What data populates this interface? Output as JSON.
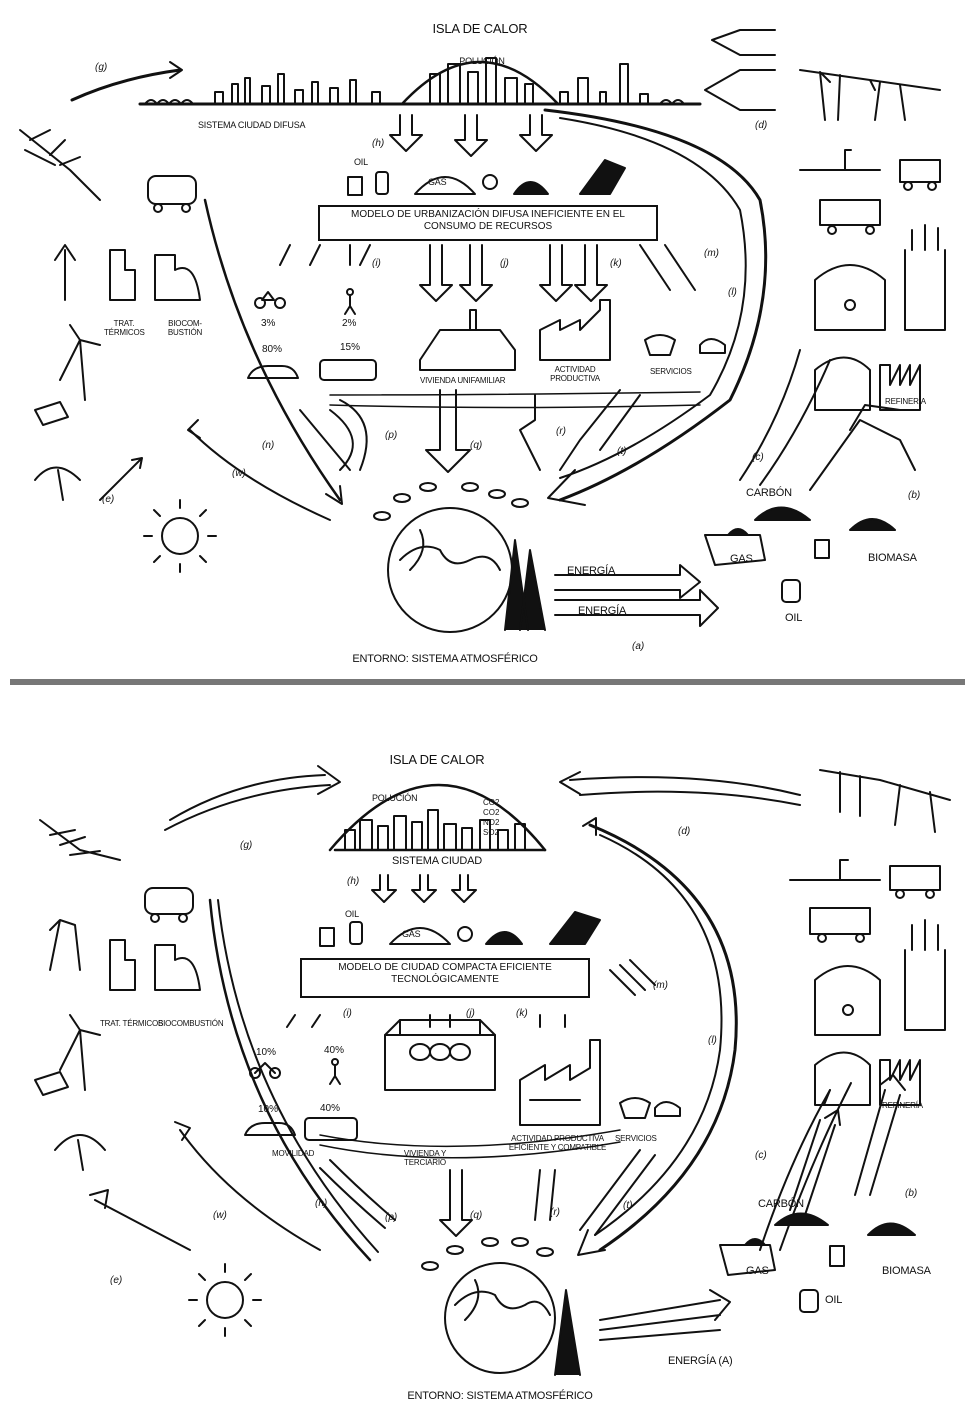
{
  "top": {
    "heat_island": "ISLA DE CALOR",
    "pollution": "POLUCIÓN",
    "city_system": "SISTEMA CIUDAD DIFUSA",
    "model_box": "MODELO DE URBANIZACIÓN DIFUSA INEFICIENTE EN EL CONSUMO DE RECURSOS",
    "oil": "OIL",
    "gas": "GAS",
    "termicos": "TRAT. TÉRMICOS",
    "biocombustion": "BIOCOM-BUSTIÓN",
    "pct_bike": "3%",
    "pct_walk": "2%",
    "pct_car": "80%",
    "pct_bus": "15%",
    "vivienda": "VIVIENDA UNIFAMILIAR",
    "actividad": "ACTIVIDAD PRODUCTIVA",
    "servicios": "SERVICIOS",
    "carbon": "CARBÓN",
    "gas_source": "GAS",
    "biomasa": "BIOMASA",
    "oil_source": "OIL",
    "energia_1": "ENERGÍA",
    "energia_2": "ENERGÍA",
    "refineria": "REFINERÍA",
    "environment": "ENTORNO: SISTEMA ATMOSFÉRICO",
    "codes": {
      "g": "(g)",
      "d": "(d)",
      "h": "(h)",
      "i": "(i)",
      "j": "(j)",
      "k": "(k)",
      "m": "(m)",
      "l": "(l)",
      "n": "(n)",
      "w": "(w)",
      "p": "(p)",
      "q": "(q)",
      "r": "(r)",
      "t": "(t)",
      "c": "(c)",
      "b": "(b)",
      "e": "(e)",
      "a": "(a)"
    }
  },
  "bottom": {
    "heat_island": "ISLA DE CALOR",
    "pollution": "POLUCIÓN",
    "gases": [
      "CO2",
      "CO2",
      "NO2",
      "SO2"
    ],
    "city_system": "SISTEMA CIUDAD",
    "model_box": "MODELO DE CIUDAD COMPACTA EFICIENTE TECNOLÓGICAMENTE",
    "oil": "OIL",
    "gas": "GAS",
    "termicos": "TRAT. TÉRMICOS",
    "biocombustion": "BIOCOMBUSTIÓN",
    "pct_bike": "10%",
    "pct_walk": "40%",
    "pct_car": "10%",
    "pct_bus": "40%",
    "movilidad": "MOVILIDAD",
    "vivienda": "VIVIENDA Y TERCIARIO",
    "actividad": "ACTIVIDAD PRODUCTIVA EFICIENTE Y COMPATIBLE",
    "servicios": "SERVICIOS",
    "carbon": "CARBÓN",
    "gas_source": "GAS",
    "biomasa": "BIOMASA",
    "oil_source": "OIL",
    "energia": "ENERGÍA (a)",
    "refineria": "REFINERÍA",
    "environment": "ENTORNO: SISTEMA ATMOSFÉRICO",
    "codes": {
      "g": "(g)",
      "d": "(d)",
      "h": "(h)",
      "i": "(i)",
      "j": "(j)",
      "k": "(k)",
      "m": "(m)",
      "l": "(l)",
      "n": "(n)",
      "w": "(w)",
      "p": "(p)",
      "q": "(q)",
      "r": "(r)",
      "t": "(t)",
      "c": "(c)",
      "b": "(b)",
      "e": "(e)"
    }
  }
}
